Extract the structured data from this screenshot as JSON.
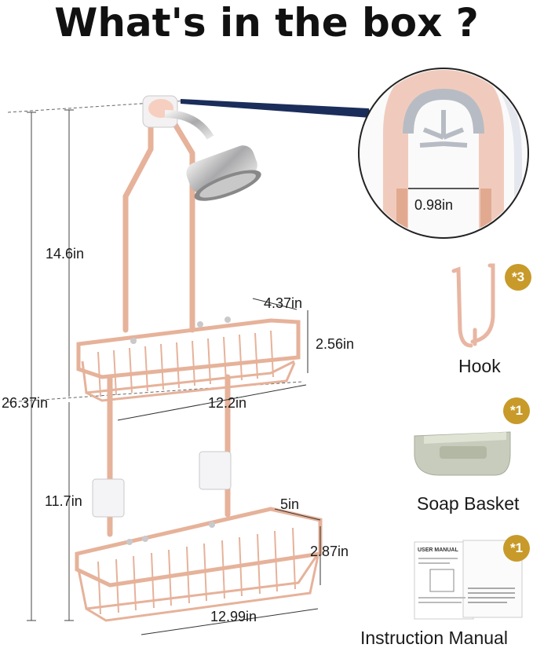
{
  "title": "What's in the box ?",
  "dimensions": {
    "total_height": "26.37in",
    "upper_height": "14.6in",
    "lower_height": "11.7in",
    "hook_width": "0.98in",
    "top_depth": "4.37in",
    "top_height": "2.56in",
    "top_width": "12.2in",
    "bottom_depth": "5in",
    "bottom_height": "2.87in",
    "bottom_width": "12.99in"
  },
  "accessories": [
    {
      "name": "Hook",
      "qty": "*3"
    },
    {
      "name": "Soap Basket",
      "qty": "*1"
    },
    {
      "name": "Instruction Manual",
      "qty": "*1"
    }
  ],
  "manual": {
    "title": "USER MANUAL"
  },
  "colors": {
    "rose_gold": "#eec3ac",
    "rose_dark": "#d9a38a",
    "badge": "#c89a2a",
    "navy": "#1b2d5a"
  }
}
